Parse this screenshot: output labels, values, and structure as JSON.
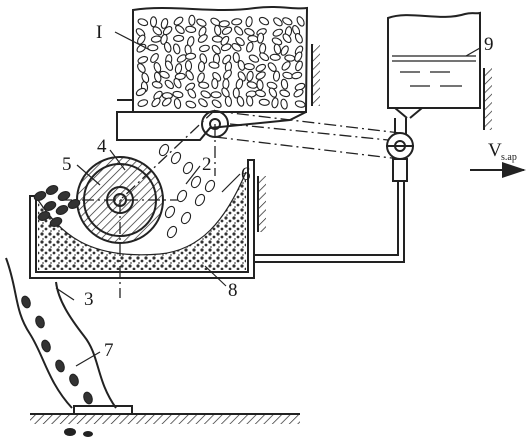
{
  "labels": {
    "hopper": "I",
    "wheel_hub": "4",
    "wheel": "5",
    "seeds_falling": "2",
    "wall_bracket": "6",
    "tube": "3",
    "chute_seeds": "7",
    "tray": "8",
    "water_tank": "9"
  },
  "velocity": {
    "symbol": "V",
    "subscript": "s.ap"
  },
  "icons": {
    "direction": "right-arrow-icon"
  }
}
